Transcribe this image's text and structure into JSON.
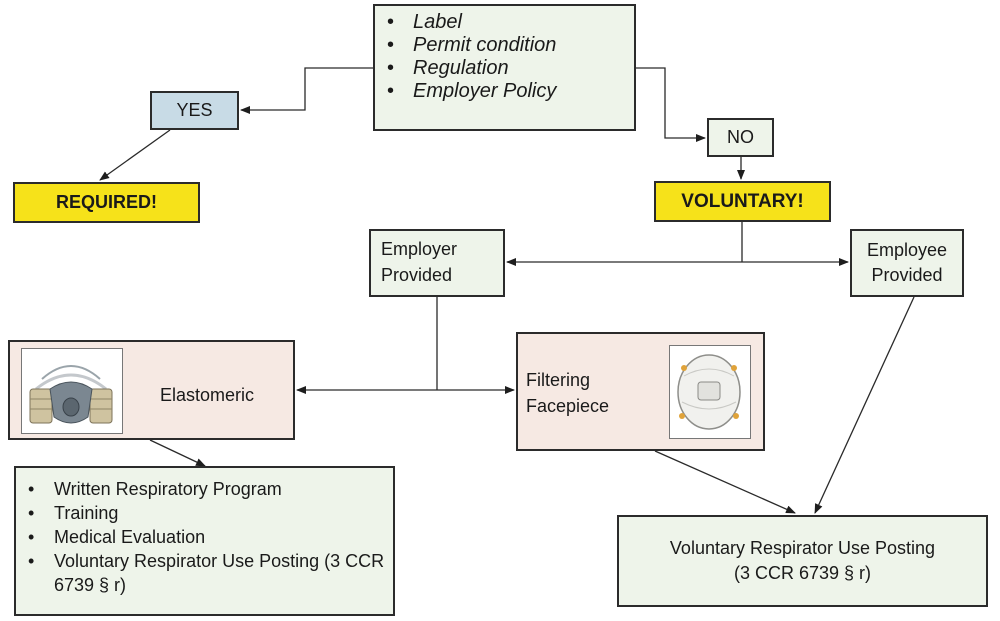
{
  "criteria": [
    "Label",
    "Permit condition",
    "Regulation",
    "Employer Policy"
  ],
  "yes": "YES",
  "no": "NO",
  "required": "REQUIRED!",
  "voluntary": "VOLUNTARY!",
  "employer_provided": [
    "Employer",
    "Provided"
  ],
  "employee_provided": [
    "Employee",
    "Provided"
  ],
  "elastomeric": "Elastomeric",
  "filtering_facepiece": [
    "Filtering",
    "Facepiece"
  ],
  "requirements": [
    "Written Respiratory Program",
    "Training",
    "Medical Evaluation",
    "Voluntary Respirator Use Posting (3 CCR 6739 § r)"
  ],
  "posting": [
    "Voluntary Respirator Use Posting",
    "(3 CCR 6739 § r)"
  ],
  "images": [
    "elastomeric-respirator-icon",
    "filtering-facepiece-respirator-icon"
  ],
  "colors": {
    "yes_fill": "#c8dbe6",
    "alert_fill": "#f6e21a",
    "box_fill": "#eef4ea",
    "respirator_fill": "#f6e9e3"
  }
}
